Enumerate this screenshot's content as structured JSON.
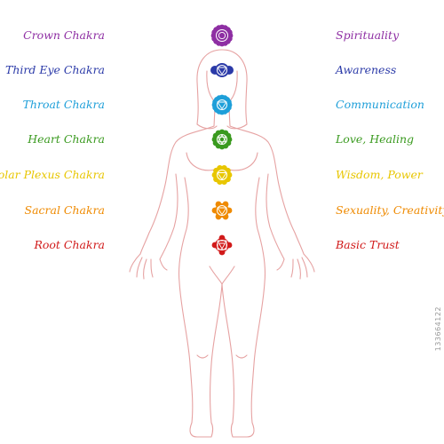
{
  "chakras": [
    {
      "name": "Crown Chakra",
      "meaning": "Spirituality",
      "color": "#8e2ea3",
      "icon": "crown-chakra-icon"
    },
    {
      "name": "Third Eye Chakra",
      "meaning": "Awareness",
      "color": "#2b3aa8",
      "icon": "third-eye-chakra-icon"
    },
    {
      "name": "Throat Chakra",
      "meaning": "Communication",
      "color": "#1e9fd9",
      "icon": "throat-chakra-icon"
    },
    {
      "name": "Heart Chakra",
      "meaning": "Love, Healing",
      "color": "#3a9a1f",
      "icon": "heart-chakra-icon"
    },
    {
      "name": "Solar Plexus Chakra",
      "meaning": "Wisdom, Power",
      "color": "#e8c600",
      "icon": "solar-plexus-chakra-icon"
    },
    {
      "name": "Sacral Chakra",
      "meaning": "Sexuality, Creativity",
      "color": "#ef8a00",
      "icon": "sacral-chakra-icon"
    },
    {
      "name": "Root Chakra",
      "meaning": "Basic Trust",
      "color": "#d11a1a",
      "icon": "root-chakra-icon"
    }
  ],
  "outline_color": "#e6a2a2",
  "watermark": "133664122"
}
